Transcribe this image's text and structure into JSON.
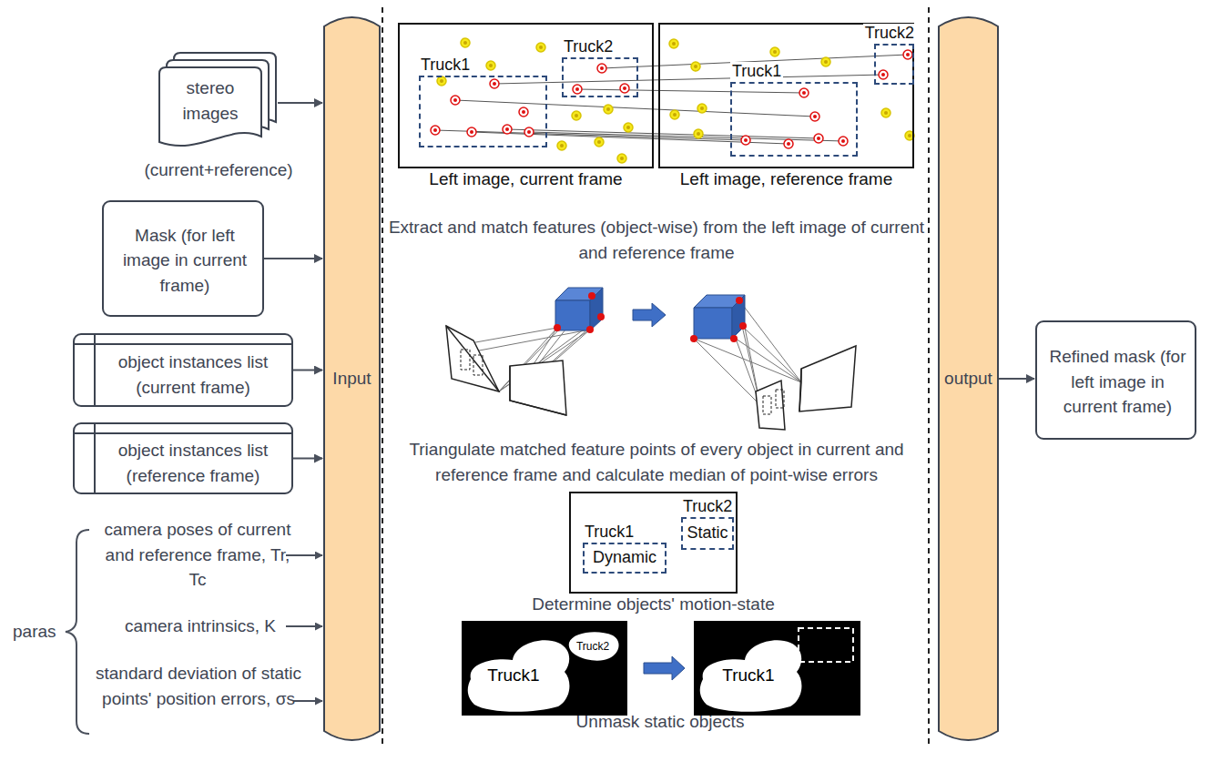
{
  "diagram": {
    "nodes": [
      {
        "text": [
          "stereo images",
          "(current+reference)"
        ]
      },
      {
        "text": [
          "Mask (for left image in current frame)"
        ]
      },
      {
        "text": [
          "object instances list (current frame)"
        ]
      },
      {
        "text": [
          "object instances list (reference frame)"
        ]
      },
      {
        "text": [
          "Input"
        ]
      },
      {
        "text": [
          "output"
        ]
      },
      {
        "text": [
          "Refined mask (for left image in current frame)"
        ]
      },
      {
        "text": [
          "Left image, current frame"
        ]
      },
      {
        "text": [
          "Truck1"
        ],
        "in": 7
      },
      {
        "text": [
          "Truck2"
        ],
        "in": 7
      },
      {
        "text": [
          "Left image, reference frame"
        ]
      },
      {
        "text": [
          "Truck2"
        ],
        "in": 10
      },
      {
        "text": [
          "Truck1"
        ],
        "in": 10
      },
      {
        "text": [
          "Determine objects' motion-state"
        ]
      },
      {
        "text": [
          "Truck1",
          "Dynamic"
        ],
        "in": 13
      },
      {
        "text": [
          "Truck2",
          "Static"
        ],
        "in": 13
      },
      {
        "text": [
          "Truck1",
          "Truck2"
        ]
      },
      {
        "text": [
          "Truck1"
        ]
      }
    ],
    "edges": [
      {
        "from": 0,
        "to": 4,
        "arrow": "to"
      },
      {
        "from": 1,
        "to": 4,
        "arrow": "to"
      },
      {
        "from": 2,
        "to": 4,
        "arrow": "to"
      },
      {
        "from": 3,
        "to": 4,
        "arrow": "to"
      },
      {
        "from": 5,
        "to": 6,
        "arrow": "to"
      },
      {
        "from": 16,
        "to": 17,
        "arrow": "to"
      }
    ],
    "labels": [
      "paras",
      "camera poses of current and reference frame, Tr, Tc",
      "camera intrinsics, K",
      "standard deviation of static points' position errors, σs",
      "Extract and match features (object-wise) from the left image of current and reference frame",
      "Triangulate matched feature points of every object in current and reference frame and calculate median of point-wise errors",
      "Unmask static objects"
    ]
  }
}
